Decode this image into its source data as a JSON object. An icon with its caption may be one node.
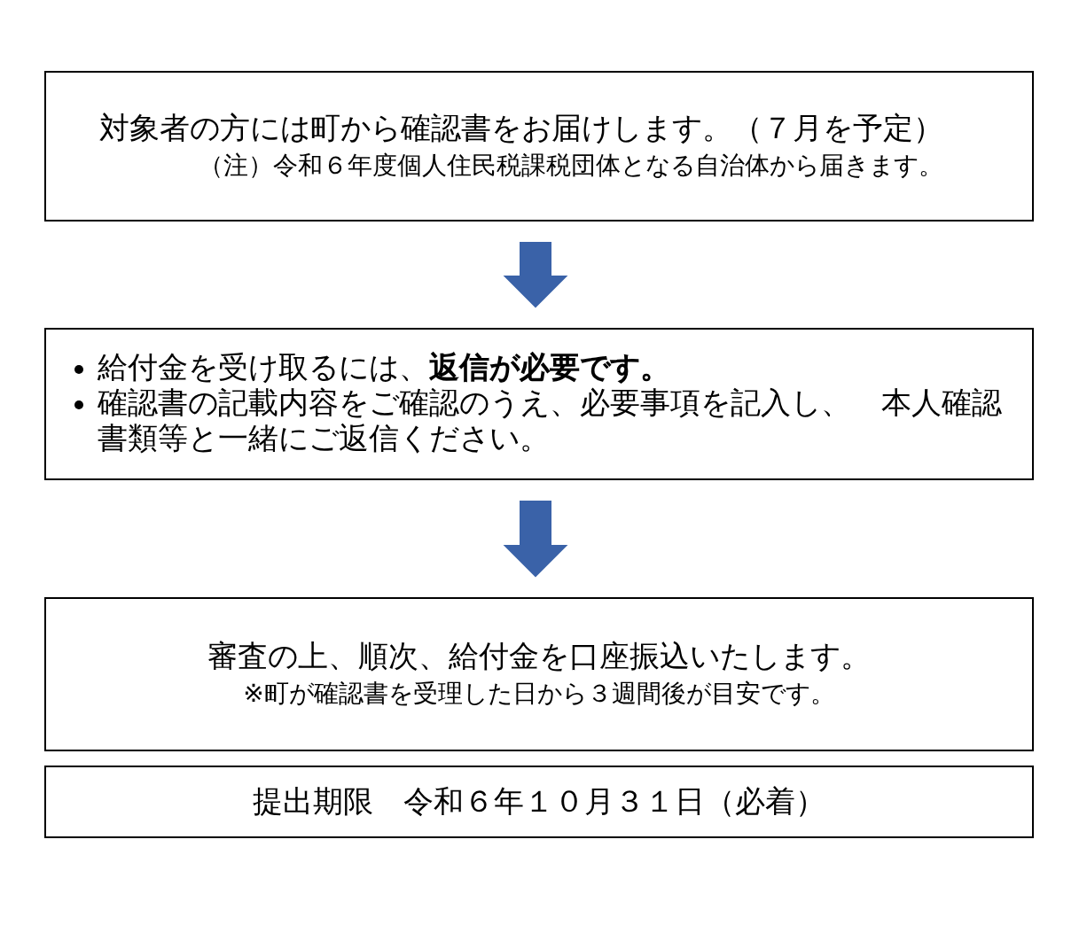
{
  "diagram": {
    "nodes": [
      {
        "text": [
          "対象者の方には町から確認書をお届けします。（７月を予定）",
          "（注）令和６年度個人住民税課税団体となる自治体から届きます。"
        ]
      },
      {
        "text": [
          "給付金を受け取るには、**返信が必要です。**",
          "確認書の記載内容をご確認のうえ、必要事項を記入し、　本人確認書類等と一緒にご返信ください。"
        ]
      },
      {
        "text": [
          "審査の上、順次、給付金を口座振込いたします。",
          "※町が確認書を受理した日から３週間後が目安です。"
        ]
      },
      {
        "text": [
          "提出期限　令和６年１０月３１日（必着）"
        ]
      }
    ],
    "edges": [
      {
        "from": 0,
        "to": 1,
        "arrow": "to"
      },
      {
        "from": 1,
        "to": 2,
        "arrow": "to"
      }
    ]
  }
}
